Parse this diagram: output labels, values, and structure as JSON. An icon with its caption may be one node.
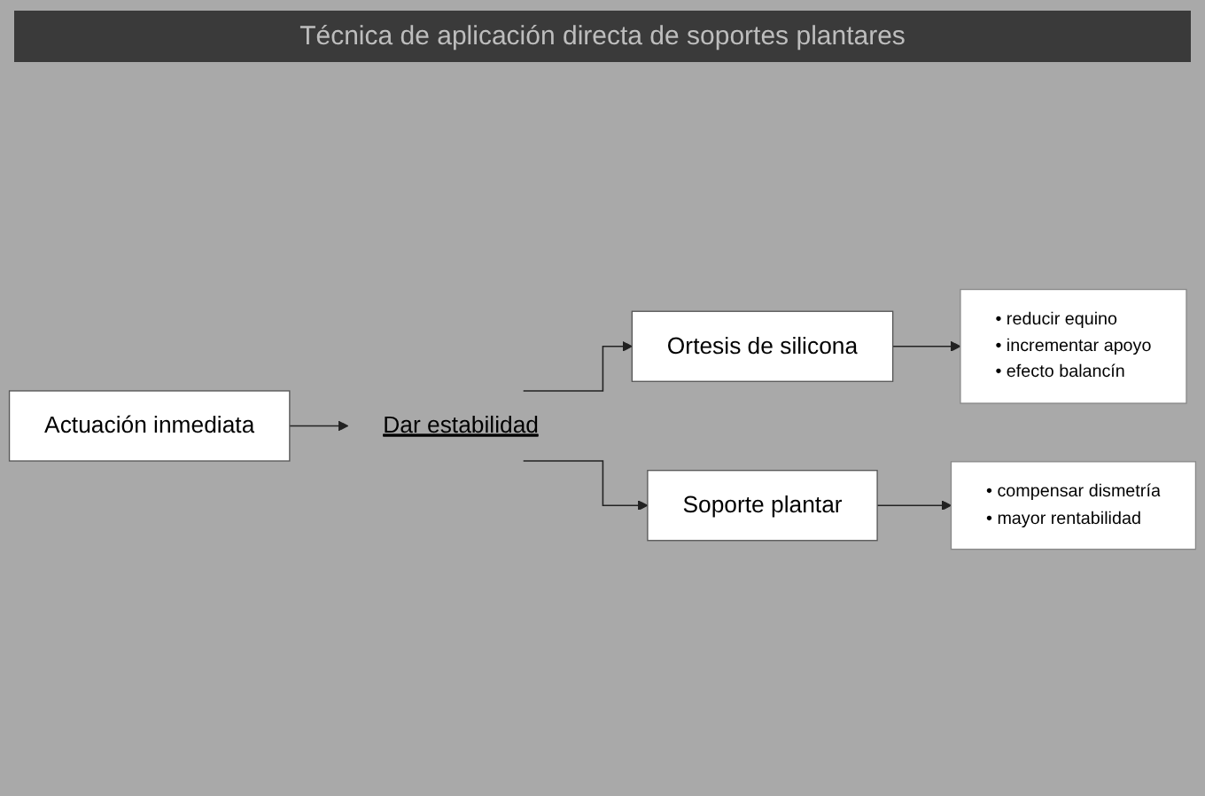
{
  "diagram": {
    "title": "Técnica de aplicación directa de soportes plantares",
    "nodes": [
      {
        "text": [
          "Actuación inmediata"
        ]
      },
      {
        "text": [
          "Ortesis de silicona"
        ]
      },
      {
        "text": [
          "• reducir equino",
          "• incrementar apoyo",
          "• efecto balancín"
        ]
      },
      {
        "text": [
          "Dar estabilidad"
        ]
      },
      {
        "text": [
          "Soporte plantar"
        ]
      },
      {
        "text": [
          "• compensar dismetría",
          "• mayor rentabilidad"
        ]
      }
    ],
    "edges": [
      {
        "from": 0,
        "to": 3,
        "arrow": "to"
      },
      {
        "from": 3,
        "to": 1,
        "arrow": "to"
      },
      {
        "from": 1,
        "to": 2,
        "arrow": "to"
      },
      {
        "from": 3,
        "to": 4,
        "arrow": "to"
      },
      {
        "from": 4,
        "to": 5,
        "arrow": "to"
      }
    ]
  }
}
